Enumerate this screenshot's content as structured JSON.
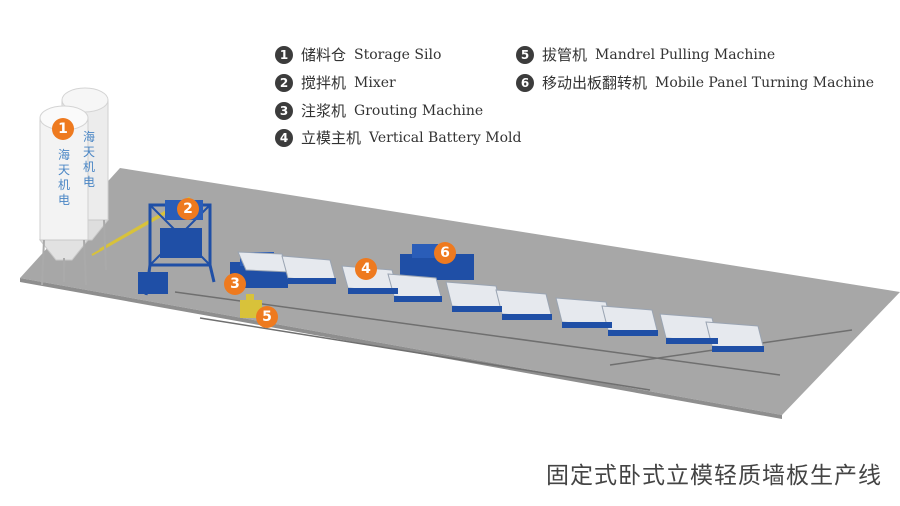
{
  "legend": [
    {
      "num": "1",
      "zh": "储料仓",
      "en": "Storage Silo"
    },
    {
      "num": "2",
      "zh": "搅拌机",
      "en": "Mixer"
    },
    {
      "num": "3",
      "zh": "注浆机",
      "en": "Grouting Machine"
    },
    {
      "num": "4",
      "zh": "立模主机",
      "en": "Vertical Battery Mold"
    },
    {
      "num": "5",
      "zh": "拔管机",
      "en": "Mandrel Pulling Machine"
    },
    {
      "num": "6",
      "zh": "移动出板翻转机",
      "en": "Mobile Panel Turning Machine"
    }
  ],
  "silo_labels": [
    "海天机电",
    "海天机电"
  ],
  "markers": [
    "1",
    "2",
    "3",
    "4",
    "5",
    "6"
  ],
  "caption": "固定式卧式立模轻质墙板生产线",
  "colors": {
    "floor": "#a9a9a9",
    "silo": "#f1f1f1",
    "machine_blue": "#1f4fa6",
    "marker_orange": "#ee7a1f",
    "legend_circle": "#3c3c3c",
    "panel": "#e9ecef"
  }
}
